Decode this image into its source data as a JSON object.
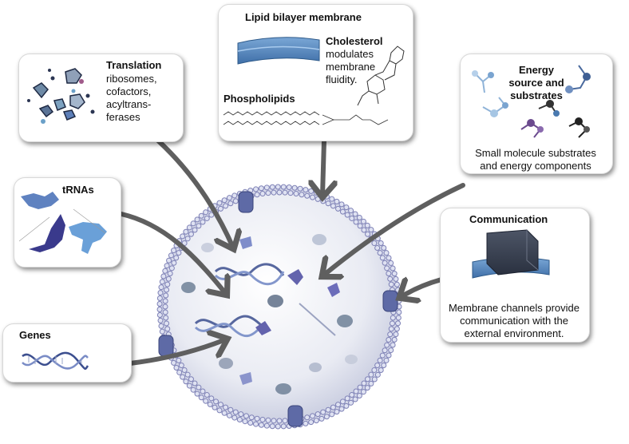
{
  "lipid": {
    "title": "Lipid bilayer membrane",
    "cholesterol_title": "Cholesterol",
    "cholesterol_desc": [
      "modulates",
      "membrane",
      "fluidity."
    ],
    "phospholipids": "Phospholipids"
  },
  "translation": {
    "title": "Translation",
    "desc": [
      "ribosomes,",
      "cofactors,",
      "acyltrans-",
      "ferases"
    ]
  },
  "energy": {
    "title": [
      "Energy",
      "source and",
      "substrates"
    ],
    "desc": [
      "Small molecule substrates",
      "and energy components"
    ]
  },
  "trnas": {
    "title": "tRNAs"
  },
  "communication": {
    "title": "Communication",
    "desc": [
      "Membrane channels provide",
      "communication with the",
      "external environment."
    ]
  },
  "genes": {
    "title": "Genes"
  },
  "colors": {
    "arrow": "#5f5f5f",
    "membrane": "#7d80b5",
    "protein": "#4a4aa0",
    "dna": "#3c4f8f"
  }
}
